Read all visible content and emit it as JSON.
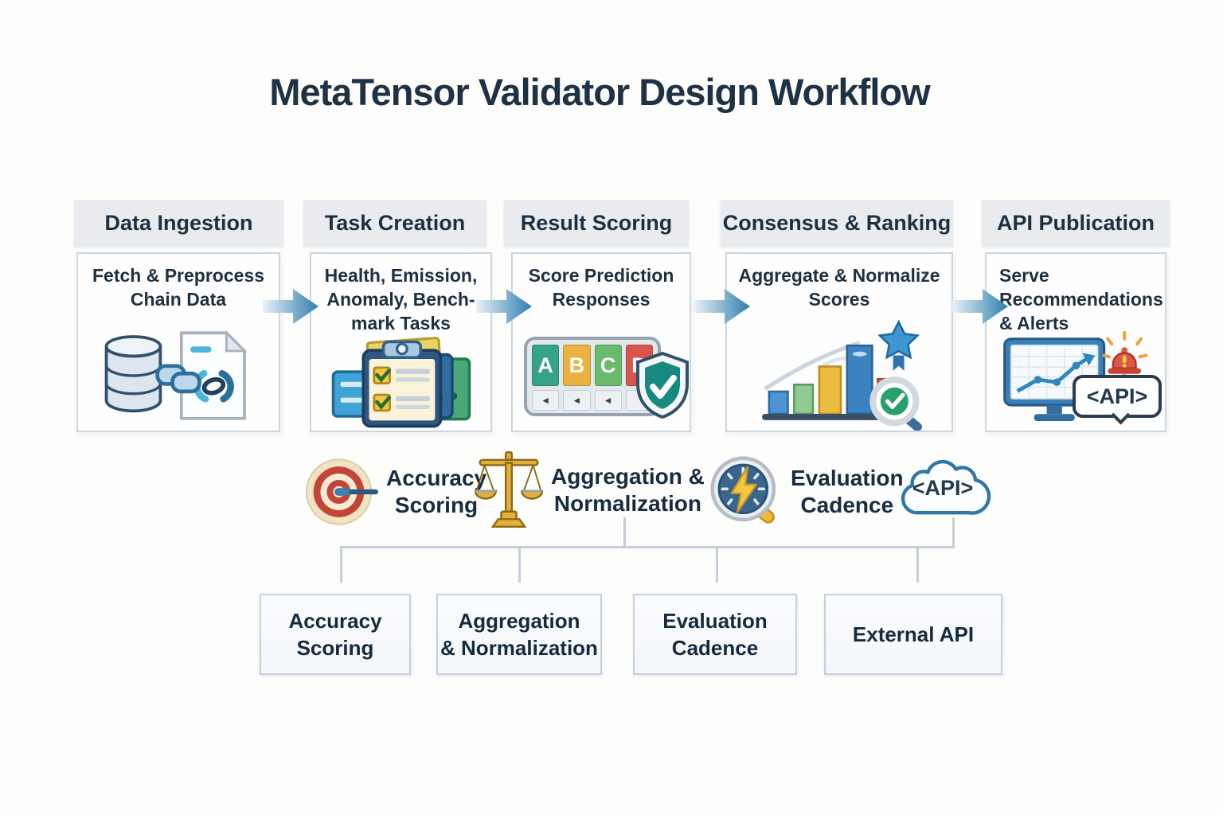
{
  "title": "MetaTensor Validator Design Workflow",
  "stages": [
    {
      "name": "data-ingestion",
      "header": "Data Ingestion",
      "body_lines": [
        "Fetch & Preprocess",
        "Chain Data"
      ],
      "icon": "database-chain-document-icon"
    },
    {
      "name": "task-creation",
      "header": "Task Creation",
      "body_lines": [
        "Health, Emission,",
        "Anomaly, Bench-",
        "mark Tasks"
      ],
      "icon": "clipboard-checklist-icon"
    },
    {
      "name": "result-scoring",
      "header": "Result Scoring",
      "body_lines": [
        "Score Prediction",
        "Responses"
      ],
      "icon": "answer-grid-shield-icon",
      "grades": [
        {
          "letter": "A"
        },
        {
          "letter": "B"
        },
        {
          "letter": "C"
        },
        {
          "letter": "D"
        }
      ],
      "grade_mark": "◄"
    },
    {
      "name": "consensus-ranking",
      "header": "Consensus & Ranking",
      "body_lines": [
        "Aggregate & Normalize",
        "Scores"
      ],
      "icon": "ranked-bar-chart-star-magnifier-icon"
    },
    {
      "name": "api-publication",
      "header": "API Publication",
      "body_lines": [
        "Serve",
        "Recommendations",
        "& Alerts"
      ],
      "icon": "monitor-alert-bell-icon",
      "bubble_label": "<API>"
    }
  ],
  "legend": [
    {
      "name": "accuracy-scoring",
      "icon": "target-icon",
      "label_lines": [
        "Accuracy",
        "Scoring"
      ]
    },
    {
      "name": "aggregation-normalization",
      "icon": "balance-scale-icon",
      "label_lines": [
        "Aggregation &",
        "Normalization"
      ]
    },
    {
      "name": "evaluation-cadence",
      "icon": "lightning-timer-icon",
      "label_lines": [
        "Evaluation",
        "Cadence"
      ]
    },
    {
      "name": "external-api-cloud",
      "icon": "api-cloud-icon",
      "label": "<API>"
    }
  ],
  "modules": [
    {
      "name": "module-accuracy-scoring",
      "label_lines": [
        "Accuracy",
        "Scoring"
      ]
    },
    {
      "name": "module-aggregation-normalization",
      "label_lines": [
        "Aggregation",
        "& Normalization"
      ]
    },
    {
      "name": "module-evaluation-cadence",
      "label_lines": [
        "Evaluation",
        "Cadence"
      ]
    },
    {
      "name": "module-external-api",
      "label_lines": [
        "External API"
      ]
    }
  ],
  "colors": {
    "title_text": "#1e3246",
    "header_bg": "#e9ebef",
    "panel_border": "#ccd6de",
    "arrow_blue": "#2e7fae",
    "connector": "#c5cfd9",
    "grade_colors": [
      "#35a385",
      "#eab23e",
      "#67bb6a",
      "#d9534a"
    ],
    "shield_teal": "#178980",
    "alert_red": "#e1544a",
    "target_red": "#c2453a",
    "scale_gold": "#e3b13a",
    "cloud_outline": "#2f77a8"
  }
}
